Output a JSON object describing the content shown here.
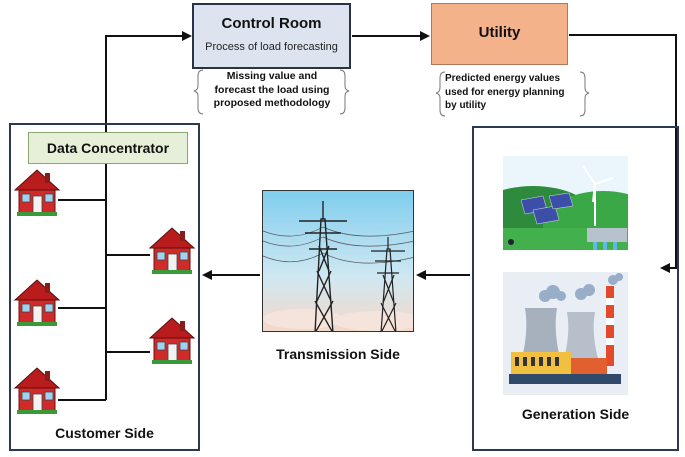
{
  "control_room": {
    "title": "Control Room",
    "subtitle": "Process of load forecasting",
    "note": "Missing value and forecast the load using proposed methodology"
  },
  "utility": {
    "title": "Utility",
    "note": "Predicted energy values used for energy planning by utility"
  },
  "customer_side": {
    "data_concentrator": "Data Concentrator",
    "label": "Customer Side",
    "house_icon": "house-icon"
  },
  "transmission_side": {
    "label": "Transmission Side",
    "icon": "transmission-tower-icon"
  },
  "generation_side": {
    "label": "Generation Side",
    "renewable_icon": "renewable-plant-icon",
    "thermal_icon": "thermal-power-plant-icon"
  },
  "colors": {
    "control_room_fill": "#dde3ef",
    "utility_fill": "#f4b28b",
    "data_concentrator_fill": "#e6f0d9",
    "house_red": "#d12a2a",
    "frame_border": "#2b3a52"
  }
}
